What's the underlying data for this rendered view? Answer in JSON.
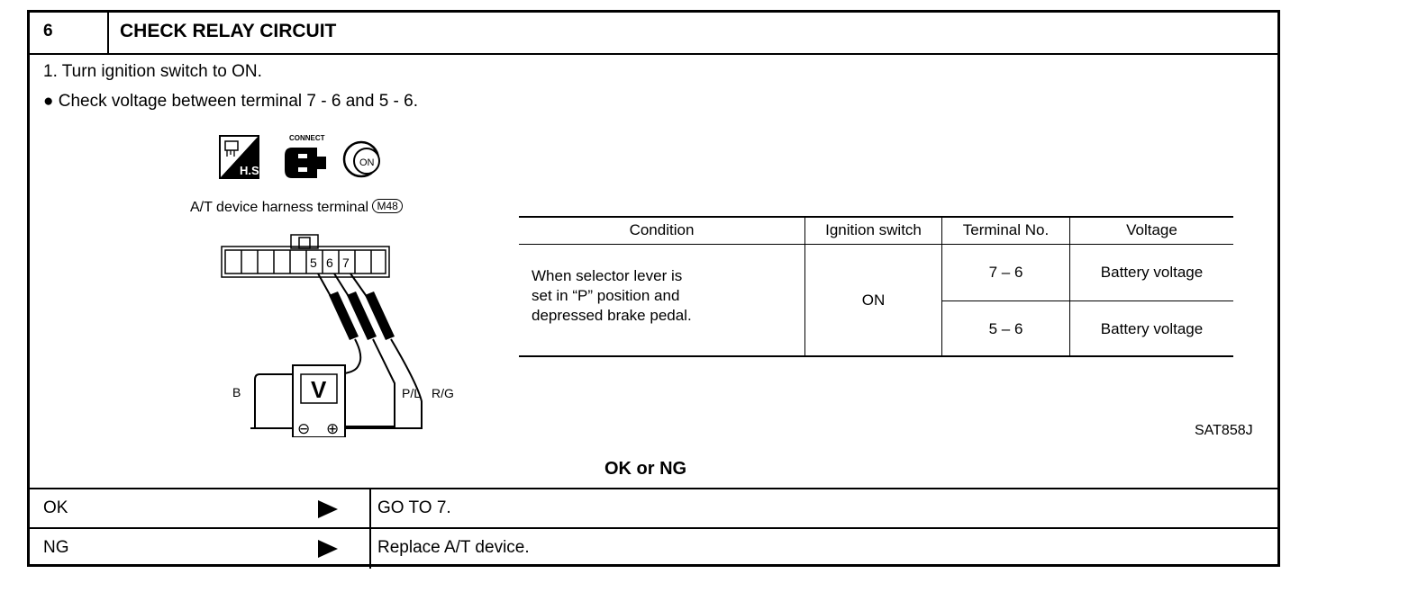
{
  "header": {
    "number": "6",
    "title": "CHECK RELAY CIRCUIT"
  },
  "steps": {
    "step1": "1.  Turn ignition switch to ON.",
    "step2": "Check voltage between terminal 7 - 6 and 5 - 6."
  },
  "icons": [
    "harness-side-icon",
    "connect-icon",
    "ignition-on-icon"
  ],
  "icon_text": {
    "hs": "H.S.",
    "connect": "CONNECT",
    "on": "ON"
  },
  "diagram": {
    "caption": "A/T device harness terminal",
    "connector_code": "M48",
    "pins": [
      "5",
      "6",
      "7"
    ],
    "wires": {
      "black": "B",
      "pl": "P/L",
      "rg": "R/G"
    },
    "meter_label": "V",
    "meter_minus": "⊖",
    "meter_plus": "⊕",
    "figure_id": "SAT858J"
  },
  "table": {
    "headers": [
      "Condition",
      "Ignition switch",
      "Terminal No.",
      "Voltage"
    ],
    "condition": [
      "When selector lever is",
      "set in “P” position and",
      "depressed brake pedal."
    ],
    "ignition": "ON",
    "rows": [
      {
        "terminal": "7  –  6",
        "voltage": "Battery voltage"
      },
      {
        "terminal": "5  –  6",
        "voltage": "Battery voltage"
      }
    ]
  },
  "decision": {
    "label": "OK or NG",
    "ok": {
      "result": "OK",
      "action": "GO TO 7."
    },
    "ng": {
      "result": "NG",
      "action": "Replace A/T device."
    }
  }
}
